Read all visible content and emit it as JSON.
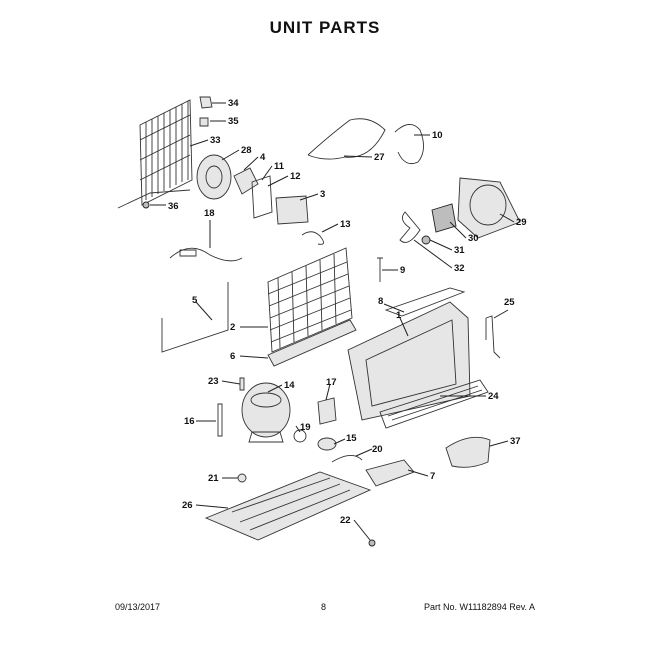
{
  "title": "UNIT PARTS",
  "footer": {
    "date": "09/13/2017",
    "page": "8",
    "part_number": "Part No. W11182894  Rev. A"
  },
  "callouts": {
    "c1": "1",
    "c2": "2",
    "c3": "3",
    "c4": "4",
    "c5": "5",
    "c6": "6",
    "c7": "7",
    "c8": "8",
    "c9": "9",
    "c10": "10",
    "c11": "11",
    "c12": "12",
    "c13": "13",
    "c14": "14",
    "c15": "15",
    "c16": "16",
    "c17": "17",
    "c18": "18",
    "c19": "19",
    "c20": "20",
    "c21": "21",
    "c22": "22",
    "c23": "23",
    "c24": "24",
    "c25": "25",
    "c26": "26",
    "c27": "27",
    "c28": "28",
    "c29": "29",
    "c30": "30",
    "c31": "31",
    "c32": "32",
    "c33": "33",
    "c34": "34",
    "c35": "35",
    "c36": "36",
    "c37": "37"
  }
}
